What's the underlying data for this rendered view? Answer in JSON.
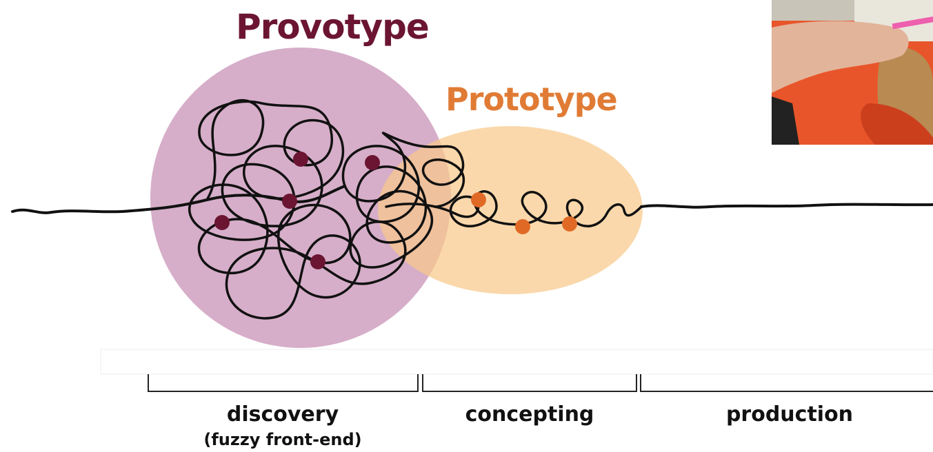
{
  "title_provotype": "Provotype",
  "title_prototype": "Prototype",
  "phases": [
    {
      "label": "discovery",
      "sublabel": "(fuzzy front-end)"
    },
    {
      "label": "concepting",
      "sublabel": ""
    },
    {
      "label": "production",
      "sublabel": ""
    }
  ],
  "colors": {
    "provotype_text": "#6b1532",
    "provotype_fill": "#d6aec9",
    "prototype_text": "#e07b35",
    "prototype_fill": "#f8d3a0",
    "provotype_dot": "#6b1532",
    "prototype_dot": "#e06a25"
  },
  "webcam": {
    "description_icon": "webcam-thumbnail"
  }
}
